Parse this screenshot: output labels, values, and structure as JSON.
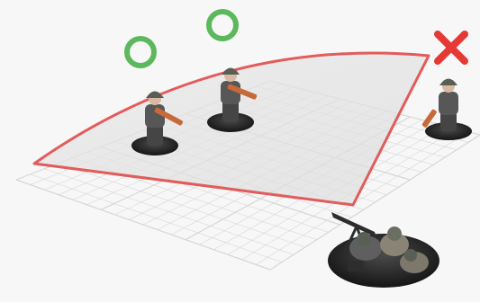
{
  "scene": {
    "colors": {
      "background": "#f7f7f7",
      "grid_line": "#c9c9c9",
      "fov_fill": "#e6e6e6",
      "fov_border": "#e35b5b",
      "ok": "#5cb85c",
      "blocked": "#e53935",
      "soldier_uniform": "#575757",
      "helmet": "#5a5f55",
      "rifle": "#c66a3a",
      "base": "#2b2b2b"
    },
    "markers": [
      {
        "id": "soldier-left",
        "status": "visible",
        "icon": "green-circle-icon"
      },
      {
        "id": "soldier-middle",
        "status": "visible",
        "icon": "green-circle-icon"
      },
      {
        "id": "soldier-right",
        "status": "not-visible",
        "icon": "red-x-icon"
      }
    ],
    "units": [
      {
        "id": "machine-gun-team",
        "role": "observer"
      },
      {
        "id": "soldier-left",
        "role": "target"
      },
      {
        "id": "soldier-middle",
        "role": "target"
      },
      {
        "id": "soldier-right",
        "role": "target"
      }
    ]
  }
}
